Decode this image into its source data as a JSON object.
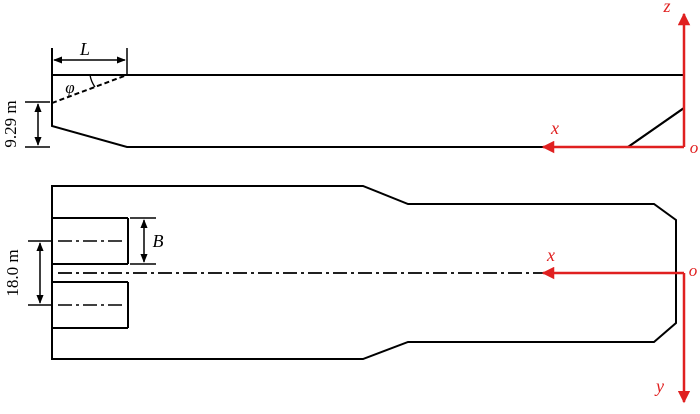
{
  "colors": {
    "outline": "#000000",
    "axis": "#e02020"
  },
  "side_view": {
    "length_label": "L",
    "angle_label": "φ",
    "height_label": "9.29 m",
    "axes": {
      "x": "x",
      "z": "z",
      "origin": "o"
    }
  },
  "top_view": {
    "width_label": "B",
    "span_label": "18.0 m",
    "axes": {
      "x": "x",
      "y": "y",
      "origin": "o"
    }
  }
}
